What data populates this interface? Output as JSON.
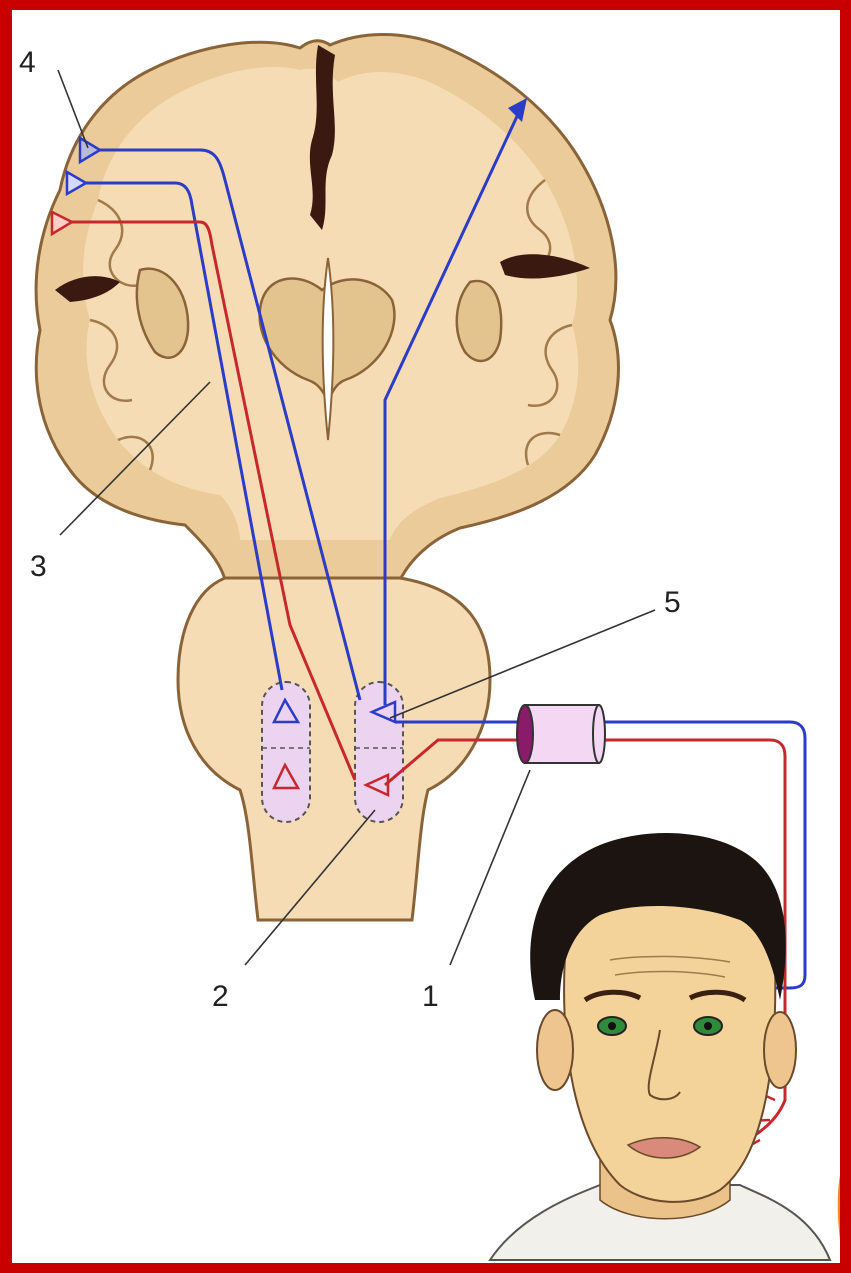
{
  "labels": {
    "l1": "1",
    "l2": "2",
    "l3": "3",
    "l4": "4",
    "l5": "5"
  },
  "colors": {
    "frame": "#c80000",
    "brain_fill": "#f5dcb4",
    "cortex_fill": "#eacb99",
    "cortex_outline": "#a07a4a",
    "ventricle": "#3a1a10",
    "nucleus_zone": "#ecd3f0",
    "motor_path_blue": "#2a3cc8",
    "motor_path_red": "#c8282d",
    "skin": "#f3d39a",
    "hair": "#1c1410",
    "eyes": "#2f8a3a",
    "shirt": "#f2f0ea"
  },
  "icons": [
    "upper-motor-neuron-icon",
    "lower-motor-neuron-icon",
    "nerve-tube-icon"
  ]
}
